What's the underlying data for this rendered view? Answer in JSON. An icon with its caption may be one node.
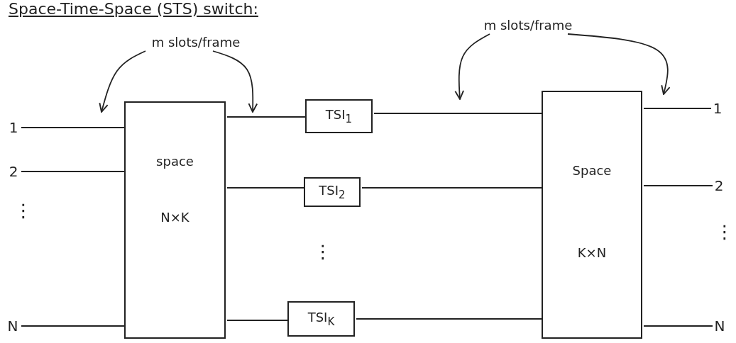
{
  "diagram": {
    "title": "Space-Time-Space (STS) switch:",
    "nodes": [
      {
        "text": [
          "1"
        ]
      },
      {
        "text": [
          "2"
        ]
      },
      {
        "text": [
          "N"
        ]
      },
      {
        "text": [
          "space",
          "N×K"
        ]
      },
      {
        "text": [
          "TSI$_{1}$"
        ]
      },
      {
        "text": [
          "TSI$_{2}$"
        ]
      },
      {
        "text": [
          "TSI$_{K}$"
        ]
      },
      {
        "text": [
          "Space",
          "K×N"
        ]
      },
      {
        "text": [
          "1"
        ]
      },
      {
        "text": [
          "2"
        ]
      },
      {
        "text": [
          "N"
        ]
      },
      {
        "text": [
          "m slots/frame"
        ]
      },
      {
        "text": [
          "m slots/frame"
        ]
      }
    ],
    "edges": [
      {
        "from": 0,
        "to": 3,
        "arrow": "none"
      },
      {
        "from": 1,
        "to": 3,
        "arrow": "none"
      },
      {
        "from": 2,
        "to": 3,
        "arrow": "none"
      },
      {
        "from": 3,
        "to": 4,
        "arrow": "none"
      },
      {
        "from": 3,
        "to": 5,
        "arrow": "none"
      },
      {
        "from": 3,
        "to": 6,
        "arrow": "none"
      },
      {
        "from": 4,
        "to": 7,
        "arrow": "none"
      },
      {
        "from": 5,
        "to": 7,
        "arrow": "none"
      },
      {
        "from": 6,
        "to": 7,
        "arrow": "none"
      },
      {
        "from": 7,
        "to": 8,
        "arrow": "none"
      },
      {
        "from": 7,
        "to": 9,
        "arrow": "none"
      },
      {
        "from": 7,
        "to": 10,
        "arrow": "none"
      },
      {
        "from": 11,
        "to": null,
        "arrow": "to"
      },
      {
        "from": 11,
        "to": null,
        "arrow": "to"
      },
      {
        "from": 12,
        "to": null,
        "arrow": "to"
      },
      {
        "from": 12,
        "to": null,
        "arrow": "to"
      }
    ],
    "labels": [
      "⋮",
      "⋮",
      "⋮"
    ]
  }
}
